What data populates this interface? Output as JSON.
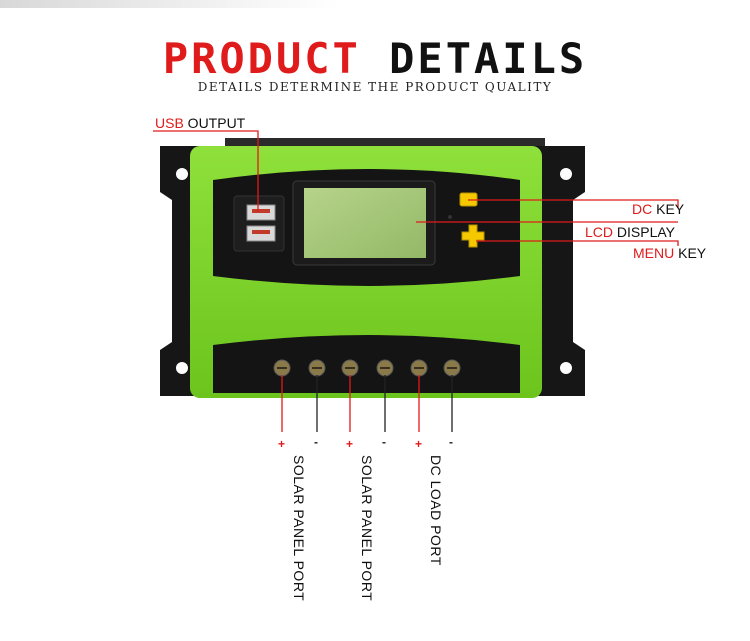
{
  "header": {
    "title_red": "PRODUCT",
    "title_black": "DETAILS",
    "subtitle": "DETAILS DETERMINE THE PRODUCT QUALITY"
  },
  "callouts": {
    "usb": {
      "highlight": "USB",
      "rest": " OUTPUT"
    },
    "dc_key": {
      "highlight": "DC",
      "rest": " KEY"
    },
    "lcd": {
      "highlight": "LCD",
      "rest": " DISPLAY"
    },
    "menu_key": {
      "highlight": "MENU",
      "rest": " KEY"
    }
  },
  "polarity": [
    "+",
    "-",
    "+",
    "-",
    "+",
    "-"
  ],
  "ports": {
    "solar_1": "SOLAR PANEL PORT",
    "solar_2": "SOLAR PANEL PORT",
    "dc_load": "DC LOAD PORT"
  },
  "colors": {
    "accent_red": "#e01b1b",
    "body_green": "#7ed321",
    "frame_black": "#141414",
    "lcd_green": "#a8c878",
    "key_yellow": "#f5c800"
  }
}
